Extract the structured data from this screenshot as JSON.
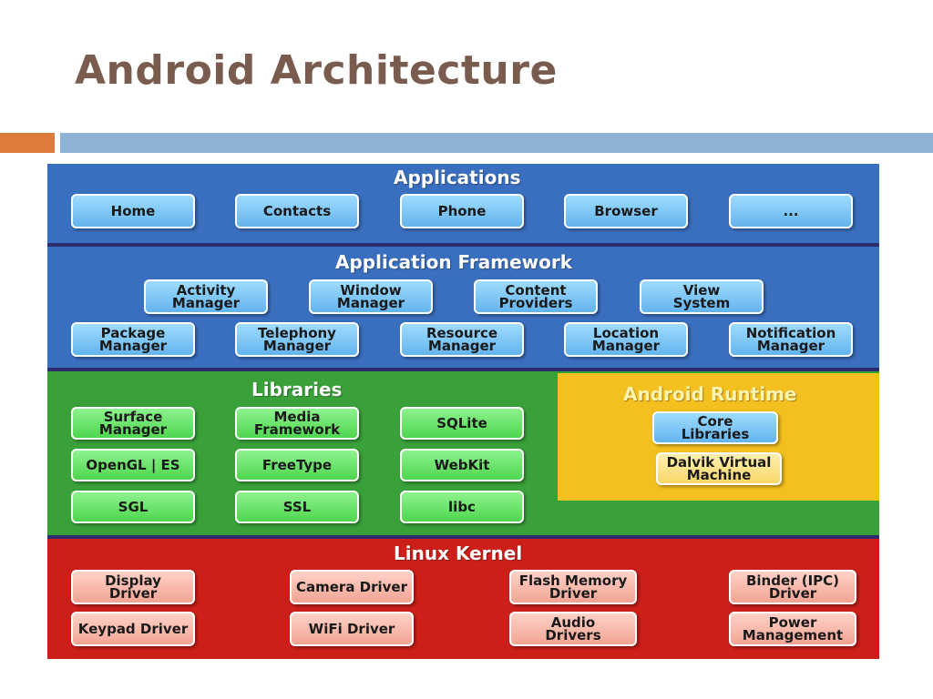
{
  "slide": {
    "title": "Android Architecture",
    "colors": {
      "title": "#7a5c4f",
      "rule_orange": "#de7b3c",
      "rule_blue": "#8fb3d4"
    }
  },
  "diagram": {
    "applications": {
      "title": "Applications",
      "color": "#3a6fbf",
      "items": [
        "Home",
        "Contacts",
        "Phone",
        "Browser",
        "..."
      ]
    },
    "framework": {
      "title": "Application Framework",
      "color": "#3a6fbf",
      "row1": [
        "Activity\nManager",
        "Window\nManager",
        "Content\nProviders",
        "View\nSystem"
      ],
      "row2": [
        "Package\nManager",
        "Telephony\nManager",
        "Resource\nManager",
        "Location\nManager",
        "Notification\nManager"
      ]
    },
    "libraries": {
      "title": "Libraries",
      "color": "#3aa13a",
      "items": [
        "Surface\nManager",
        "Media\nFramework",
        "SQLite",
        "OpenGL | ES",
        "FreeType",
        "WebKit",
        "SGL",
        "SSL",
        "libc"
      ]
    },
    "runtime": {
      "title": "Android Runtime",
      "color": "#f4c01f",
      "core": "Core\nLibraries",
      "vm": "Dalvik Virtual\nMachine"
    },
    "kernel": {
      "title": "Linux Kernel",
      "color": "#cc1f1a",
      "items": [
        "Display\nDriver",
        "Camera Driver",
        "Flash Memory\nDriver",
        "Binder (IPC)\nDriver",
        "Keypad Driver",
        "WiFi Driver",
        "Audio\nDrivers",
        "Power\nManagement"
      ]
    }
  }
}
